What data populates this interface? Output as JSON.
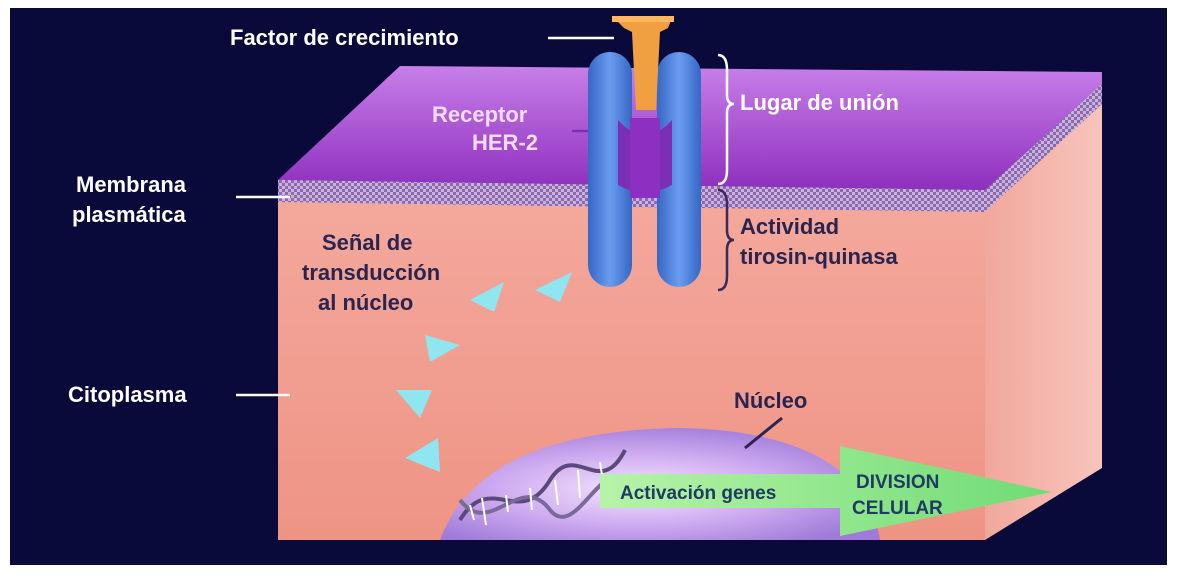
{
  "labels": {
    "factor_crecimiento": "Factor de crecimiento",
    "receptor_line1": "Receptor",
    "receptor_line2": "HER-2",
    "lugar_union": "Lugar de unión",
    "membrana_line1": "Membrana",
    "membrana_line2": "plasmática",
    "actividad_line1": "Actividad",
    "actividad_line2": "tirosin-quinasa",
    "senal_line1": "Señal de",
    "senal_line2": "transducción",
    "senal_line3": "al núcleo",
    "citoplasma": "Citoplasma",
    "nucleo": "Núcleo",
    "activacion_genes": "Activación genes",
    "division_line1": "DIVISION",
    "division_line2": "CELULAR"
  },
  "colors": {
    "background": "#0a0a3a",
    "cytoplasm": "#f09a8e",
    "membrane_top": "#b24fd8",
    "receptor": "#4a7fd6",
    "growth_factor": "#f0a040",
    "nucleus": "#c8a8ee",
    "signal_triangles": "#8fe6f0",
    "arrow_green": "#8ee68c"
  },
  "icons": {
    "dna": "dna-helix-icon"
  }
}
